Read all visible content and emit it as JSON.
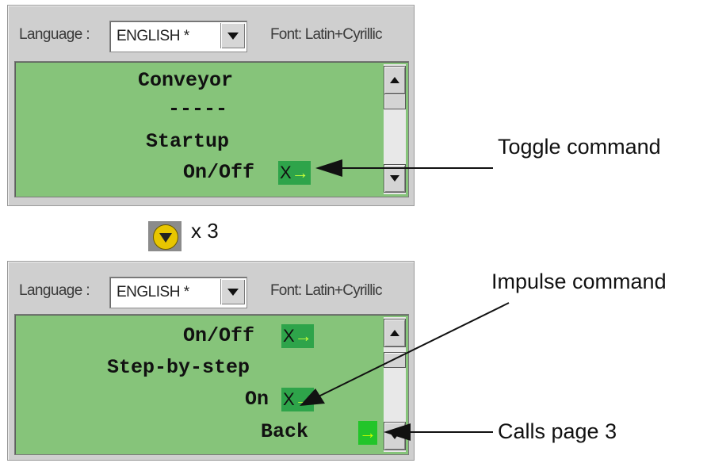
{
  "panel1": {
    "language_label": "Language :",
    "language_value": "ENGLISH *",
    "font_label": "Font: Latin+Cyrillic",
    "lines": [
      "Conveyor",
      "-----",
      "Startup",
      "On/Off"
    ],
    "cmd_symbol": "X",
    "cmd_arrow": "→"
  },
  "nav": {
    "icon": "down-arrow-button-icon",
    "count": "x 3"
  },
  "panel2": {
    "language_label": "Language :",
    "language_value": "ENGLISH *",
    "font_label": "Font: Latin+Cyrillic",
    "lines": [
      "On/Off",
      "Step-by-step",
      "On",
      "Back"
    ],
    "cmd_symbol": "X",
    "cmd_arrow": "→"
  },
  "annotations": {
    "toggle": "Toggle command",
    "impulse": "Impulse command",
    "calls": "Calls page 3"
  },
  "colors": {
    "screen_bg": "#86c47a",
    "cmd_bg": "#2ea44a",
    "call_bg": "#22c52a"
  }
}
